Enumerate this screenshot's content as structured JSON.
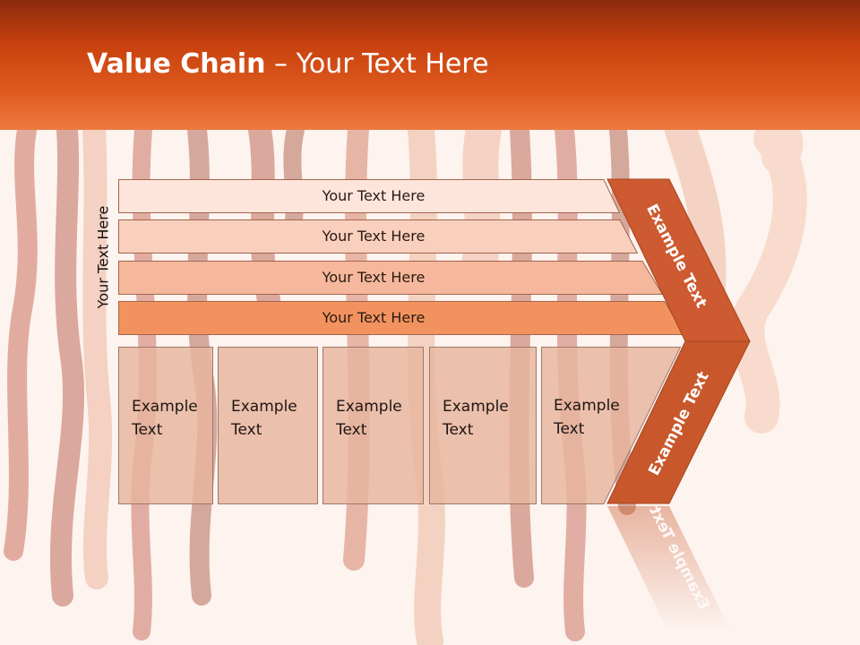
{
  "title": {
    "bold": "Value Chain",
    "rest": " – Your Text Here"
  },
  "vertical_label": "Your Text Here",
  "rows": [
    {
      "label": "Your Text Here",
      "fill": "#fde5dc"
    },
    {
      "label": "Your Text Here",
      "fill": "#f9cfbd"
    },
    {
      "label": "Your Text Here",
      "fill": "#f6b89c"
    },
    {
      "label": "Your Text Here",
      "fill": "#f2935f"
    }
  ],
  "boxes": [
    {
      "line1": "Example",
      "line2": "Text"
    },
    {
      "line1": "Example",
      "line2": "Text"
    },
    {
      "line1": "Example",
      "line2": "Text"
    },
    {
      "line1": "Example",
      "line2": "Text"
    },
    {
      "line1": "Example",
      "line2": "Text"
    }
  ],
  "chevron": {
    "top_label": "Example Text",
    "bottom_label": "Example Text"
  },
  "colors": {
    "header": "#de5a1e",
    "chevron_top": "#cd5a30",
    "chevron_bottom": "#c8582c"
  }
}
